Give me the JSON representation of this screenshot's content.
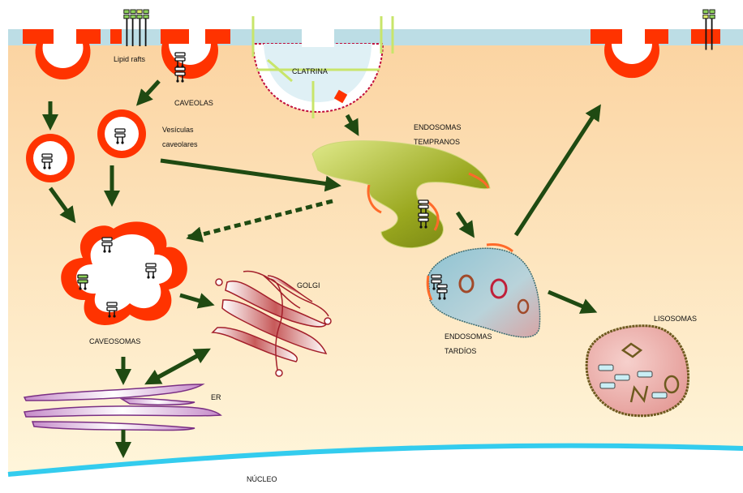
{
  "labels": {
    "lipid_rafts": "Lipid rafts",
    "caveolas": "CAVEOLAS",
    "clatrina": "CLATRINA",
    "vesiculas_line1": "Vesículas",
    "vesiculas_line2": "caveolares",
    "endosomas_tempranos_line1": "ENDOSOMAS",
    "endosomas_tempranos_line2": "TEMPRANOS",
    "caveosomas": "CAVEOSOMAS",
    "golgi": "GOLGI",
    "endosomas_tardios_line1": "ENDOSOMAS",
    "endosomas_tardios_line2": "TARDÍOS",
    "lisosomas": "LISOSOMAS",
    "er": "ER",
    "nucleo": "NÚCLEO"
  },
  "colors": {
    "cytoplasm_top": "#fbd7a8",
    "cytoplasm_bottom": "#fff6dc",
    "membrane": "#b9dde6",
    "caveola": "#ff3300",
    "arrow": "#1f4a12",
    "nucleus": "#33ccee",
    "early_endosome": "#a9b52a",
    "late_endosome": "#8fc1cf",
    "lysosome": "#e9a8a4",
    "golgi": "#a83232",
    "er": "#8a3a8f"
  }
}
